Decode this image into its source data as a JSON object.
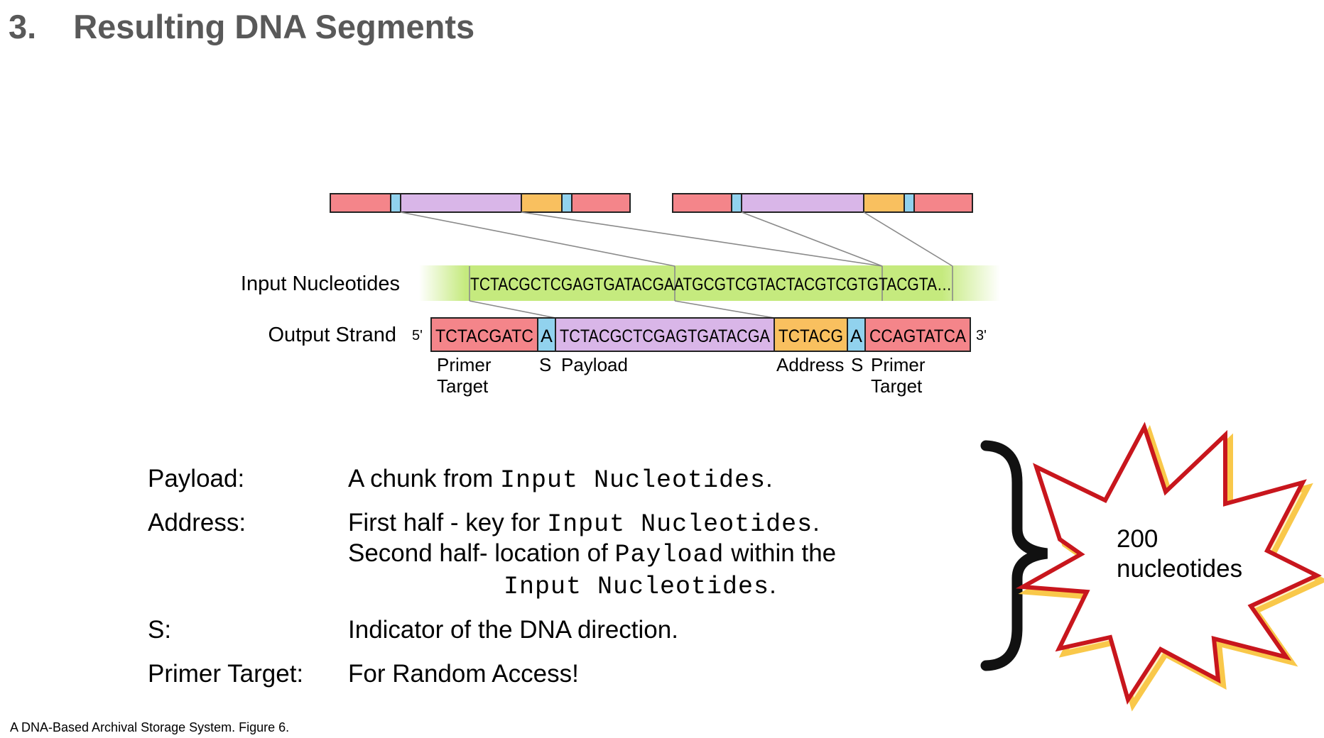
{
  "title": {
    "number": "3.",
    "text": "Resulting DNA Segments"
  },
  "diagram": {
    "input_label": "Input Nucleotides",
    "input_sequence": "TCTACGCTCGAGTGATACGAATGCGTCGTACTACGTCGTGTACGTA…",
    "output_label": "Output Strand",
    "five_prime": "5'",
    "three_prime": "3'",
    "segments": [
      {
        "text": "TCTACGATC",
        "color": "#f4858a"
      },
      {
        "text": "A",
        "color": "#91d2ee"
      },
      {
        "text": "TCTACGCTCGAGTGATACGA",
        "color": "#d9b6e8"
      },
      {
        "text": "TCTACG",
        "color": "#f9c05f"
      },
      {
        "text": "A",
        "color": "#91d2ee"
      },
      {
        "text": "CCAGTATCA",
        "color": "#f4858a"
      }
    ],
    "captions": {
      "primer_target_left": [
        "Primer",
        "Target"
      ],
      "s_left": "S",
      "payload": "Payload",
      "address": "Address",
      "s_right": "S",
      "primer_target_right": [
        "Primer",
        "Target"
      ]
    },
    "colors": {
      "primer": "#f4858a",
      "sense": "#91d2ee",
      "payload": "#d9b6e8",
      "address": "#f9c05f",
      "input_band": "#c5ea7e"
    }
  },
  "definitions": [
    {
      "term": "Payload:",
      "parts": [
        {
          "t": "A chunk from ",
          "mono": false
        },
        {
          "t": "Input Nucleotides",
          "mono": true
        },
        {
          "t": ".",
          "mono": false
        }
      ]
    },
    {
      "term": "Address:",
      "parts": [
        {
          "t": "First half - key for ",
          "mono": false
        },
        {
          "t": "Input Nucleotides",
          "mono": true
        },
        {
          "t": ".",
          "mono": false
        }
      ]
    },
    {
      "term": "",
      "parts": [
        {
          "t": "Second half- location of ",
          "mono": false
        },
        {
          "t": "Payload",
          "mono": true
        },
        {
          "t": " within the",
          "mono": false
        }
      ]
    },
    {
      "term": "",
      "parts": [
        {
          "t": "Input Nucleotides",
          "mono": true
        },
        {
          "t": ".",
          "mono": false
        }
      ]
    },
    {
      "term": "S:",
      "parts": [
        {
          "t": "Indicator of the DNA direction.",
          "mono": false
        }
      ]
    },
    {
      "term": "Primer Target:",
      "parts": [
        {
          "t": "For Random Access!",
          "mono": false
        }
      ]
    }
  ],
  "callout": {
    "line1": "200",
    "line2": "nucleotides"
  },
  "citation": "A DNA-Based Archival Storage System. Figure 6."
}
